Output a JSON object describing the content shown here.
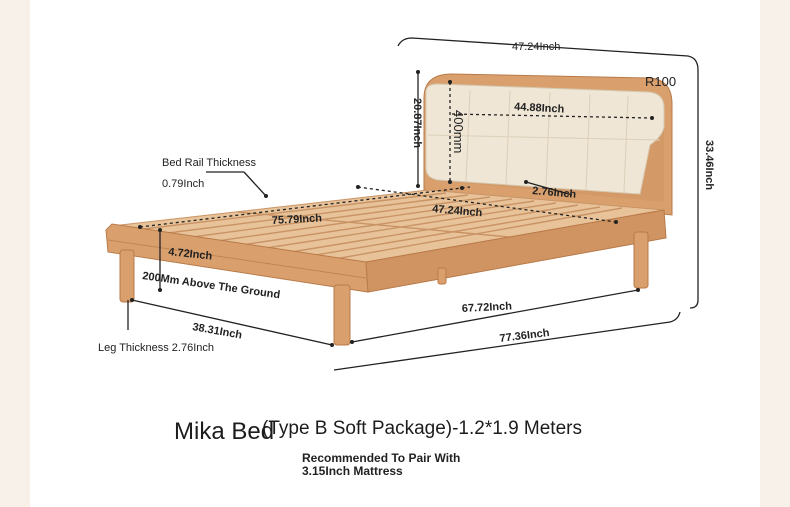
{
  "dimensions": {
    "overall_width": "47.24Inch",
    "radius": "R100",
    "headboard_height": "20.87Inch",
    "headboard_pad_height": "400mm",
    "headboard_pad_width": "44.88Inch",
    "overall_height": "33.46Inch",
    "headboard_post": "2.76Inch",
    "inner_width": "47.24Inch",
    "inner_length": "75.79Inch",
    "side_rail_height": "4.72Inch",
    "clearance": "200Mm Above The Ground",
    "leg_span_side": "38.31Inch",
    "leg_span_long": "67.72Inch",
    "overall_length": "77.36Inch"
  },
  "labels": {
    "rail_thickness_title": "Bed Rail Thickness",
    "rail_thickness_value": "0.79Inch",
    "leg_thickness": "Leg Thickness 2.76Inch"
  },
  "product": {
    "name": "Mika Bed",
    "variant": "(Type B Soft Package)-1.2*1.9 Meters",
    "recommendation_line1": "Recommended To Pair With",
    "recommendation_line2": "3.15Inch Mattress"
  },
  "colors": {
    "wood": "#d9a06e",
    "wood_dark": "#b97a48",
    "cushion": "#efe6d6",
    "background": "#ffffff",
    "side_band": "#f7f1ea"
  }
}
